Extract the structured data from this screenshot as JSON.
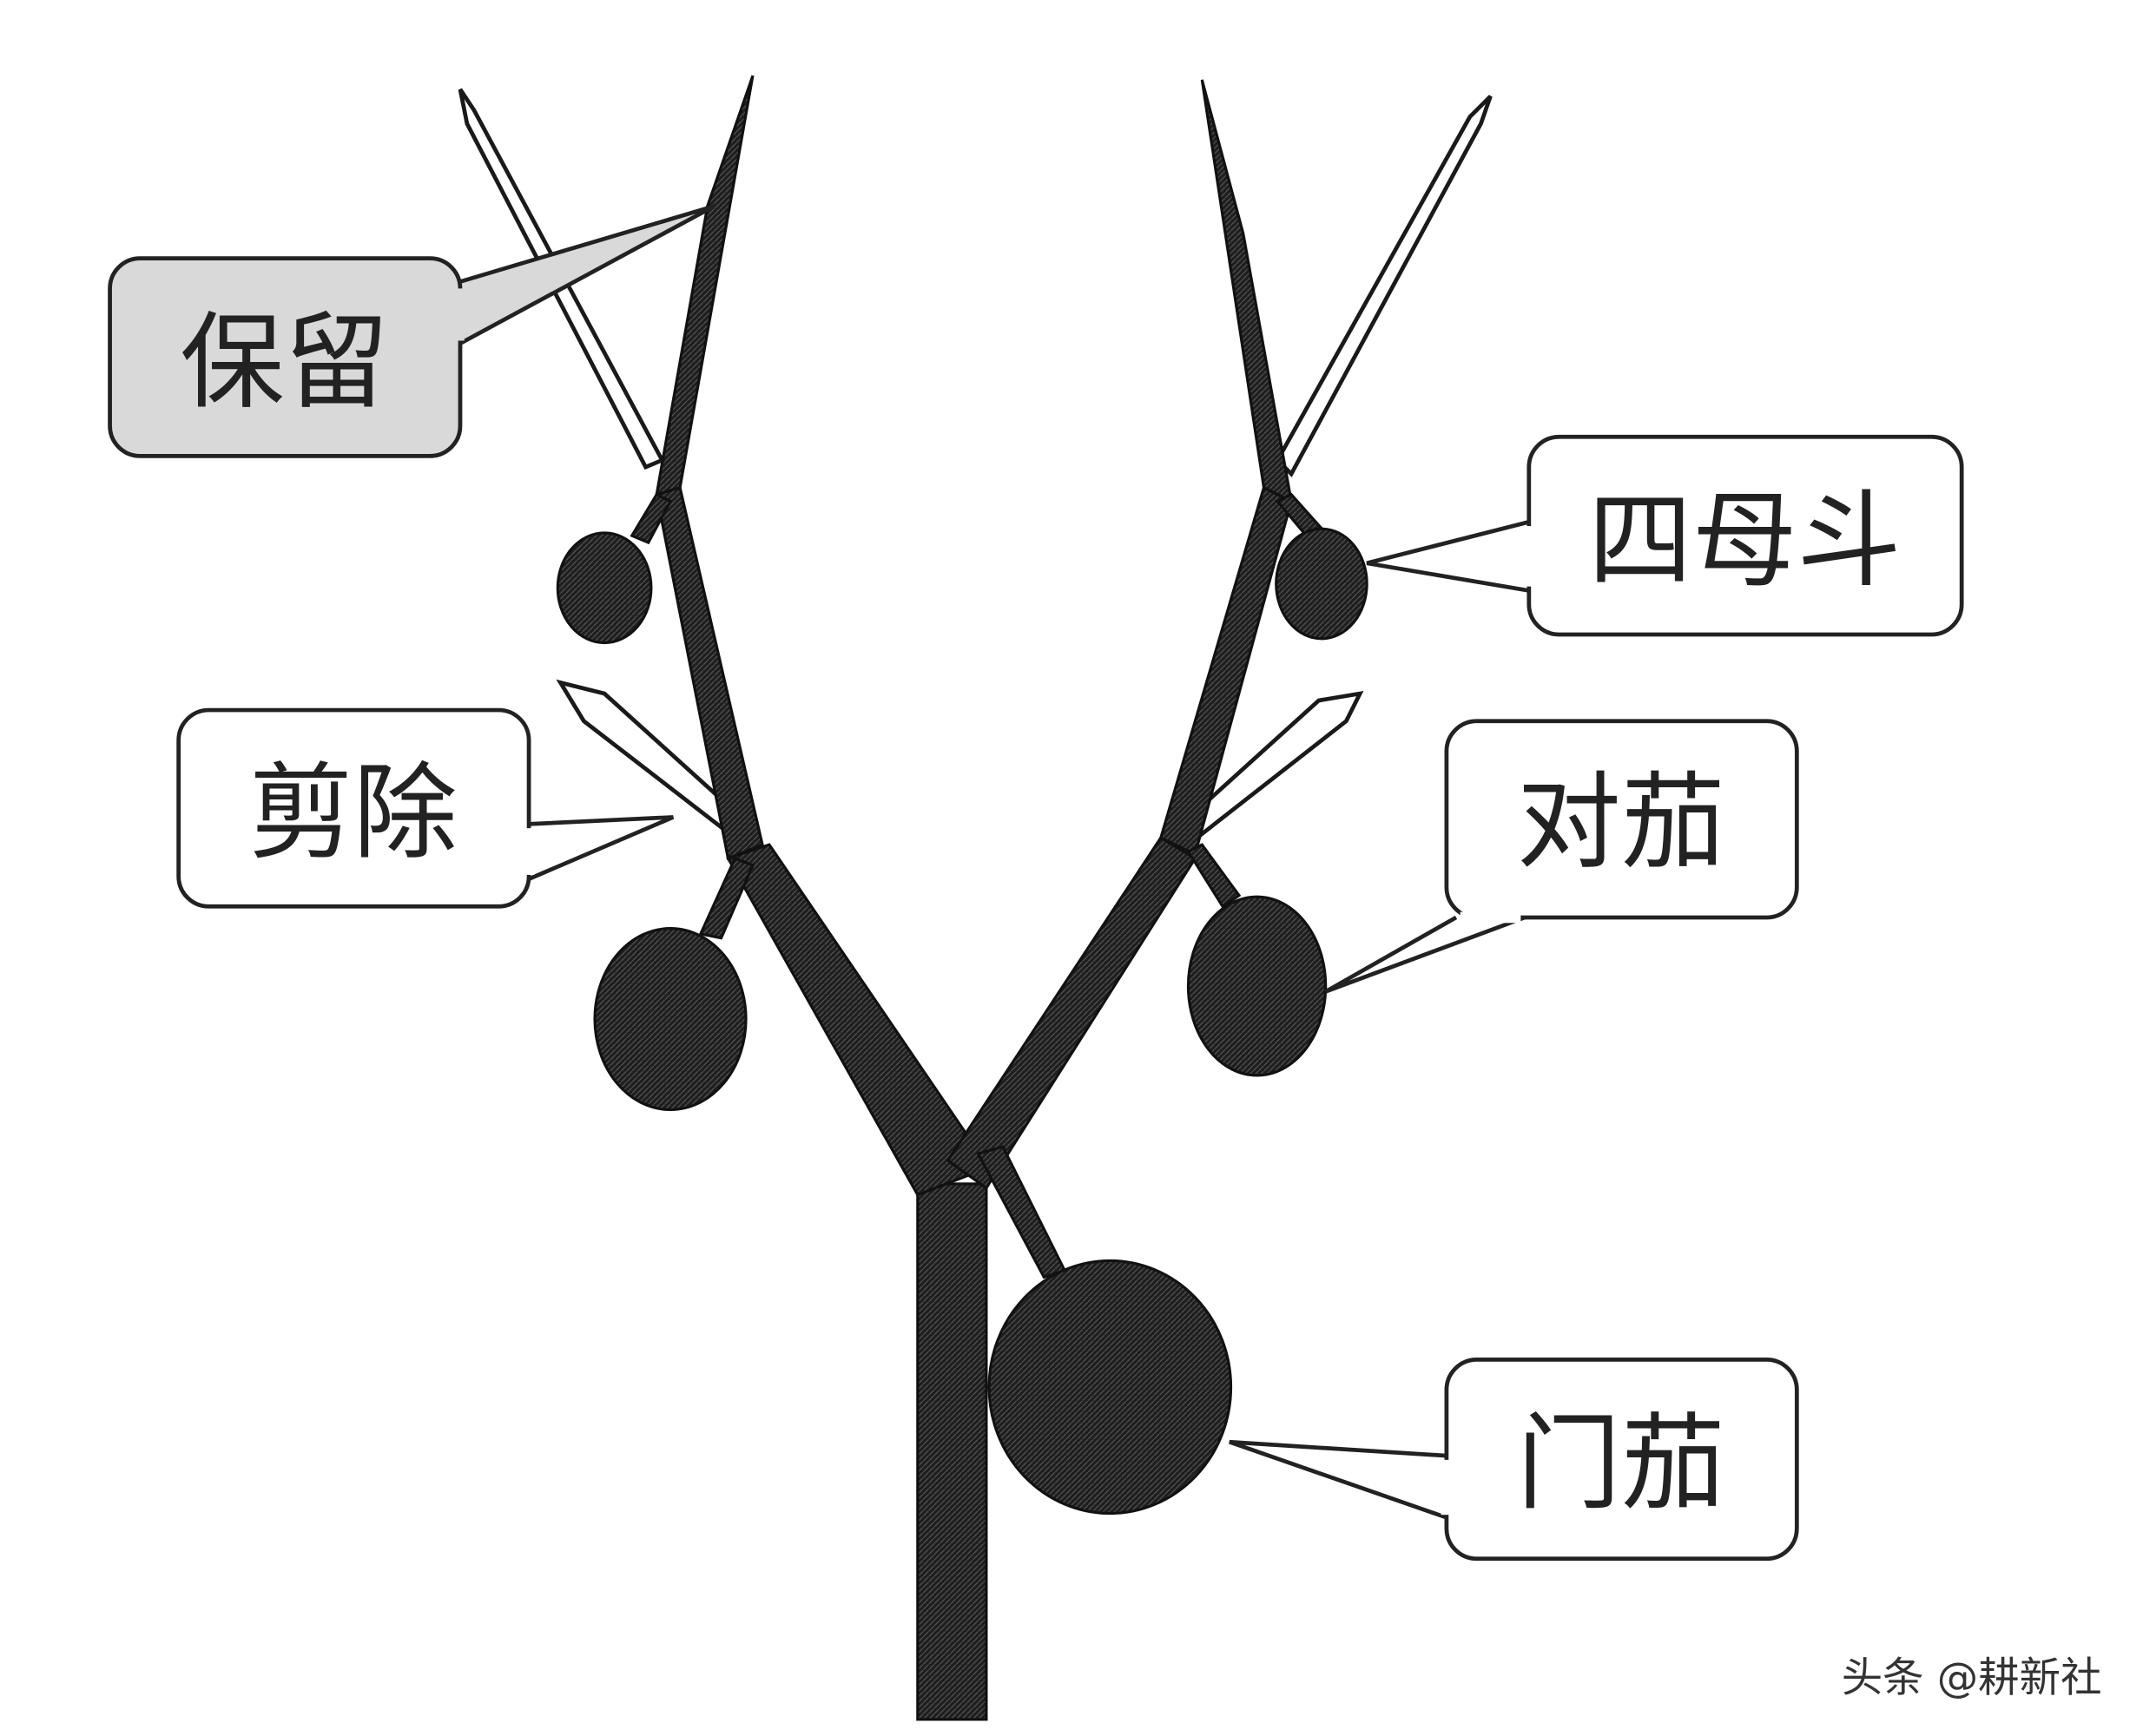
{
  "labels": {
    "keep": "保留",
    "sidou": "四母斗",
    "remove": "剪除",
    "duiqie": "对茄",
    "menqie": "门茄"
  },
  "watermark": "头条 @耕新社",
  "colors": {
    "stem": "#1a1a1a",
    "keep_box_fill": "#d9d9d9",
    "box_stroke": "#222222"
  }
}
